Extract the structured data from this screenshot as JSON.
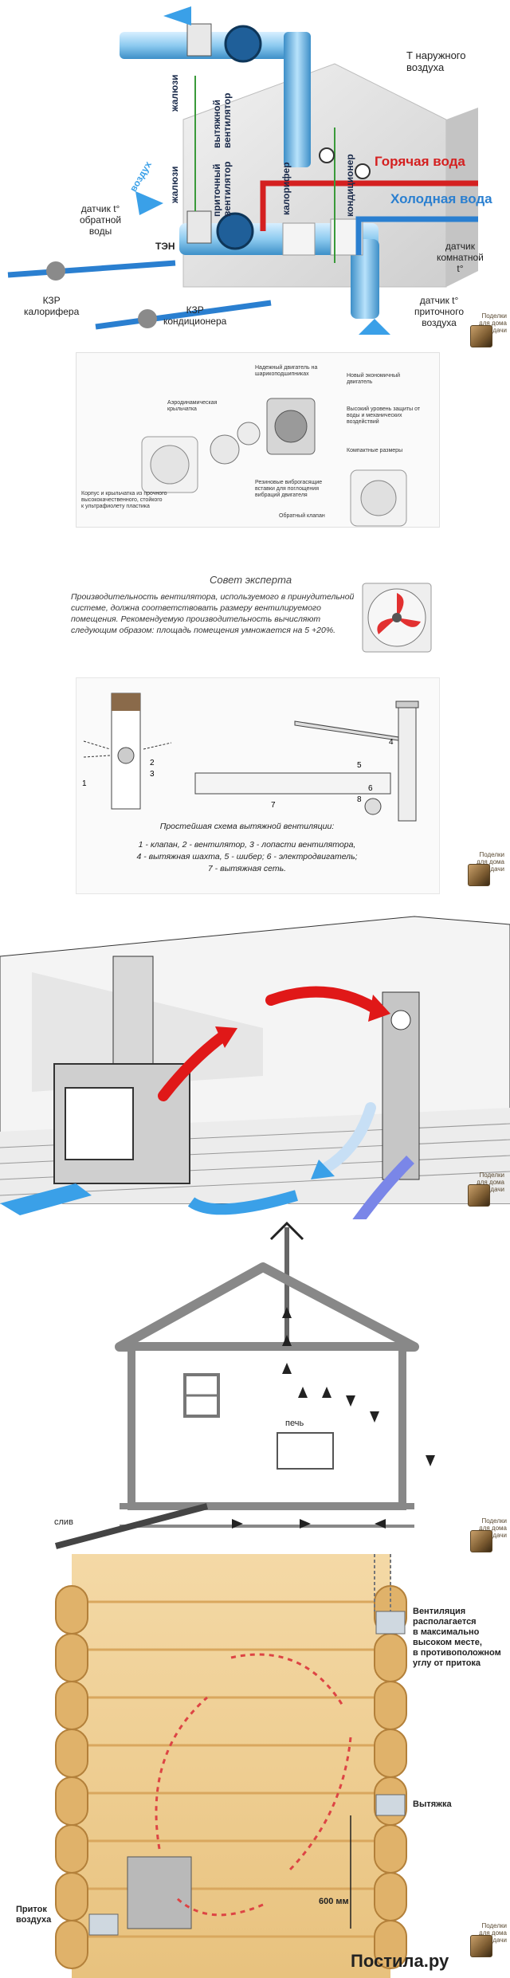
{
  "panel1": {
    "hot_water": "Горячая вода",
    "cold_water": "Холодная вода",
    "outside_temp_l1": "Т наружного",
    "outside_temp_l2": "воздуха",
    "ret_l1": "датчик t°",
    "ret_l2": "обратной",
    "ret_l3": "воды",
    "ten": "ТЭН",
    "kzr_l1": "КЗР",
    "kzr_l2": "калорифера",
    "kzr2_l1": "КЗР",
    "kzr2_l2": "кондиционера",
    "room_l1": "датчик",
    "room_l2": "комнатной",
    "room_l3": "t°",
    "supply_l1": "датчик t°",
    "supply_l2": "приточного",
    "supply_l3": "воздуха",
    "v_jalousie_top": "жалюзи",
    "v_exhaust_fan_l1": "вытяжной",
    "v_exhaust_fan_l2": "вентилятор",
    "v_supply_fan_l1": "приточный",
    "v_supply_fan_l2": "вентилятор",
    "v_jalousie_bottom": "жалюзи",
    "v_heater": "калорифер",
    "v_conditioner": "кондиционер",
    "v_air": "воздух"
  },
  "panel2": {
    "motor_l1": "Надежный двигатель на",
    "motor_l2": "шарикоподшипниках",
    "eco_l1": "Новый экономичный",
    "eco_l2": "двигатель",
    "aero_l1": "Аэродинамическая",
    "aero_l2": "крыльчатка",
    "protect_l1": "Высокий уровень защиты от",
    "protect_l2": "воды и механических",
    "protect_l3": "воздействий",
    "compact": "Компактные размеры",
    "body_l1": "Корпус и крыльчатка из прочного",
    "body_l2": "высококачественного, стойкого",
    "body_l3": "к ультрафиолету пластика",
    "rubber_l1": "Резиновые виброгасящие",
    "rubber_l2": "вставки для поглощения",
    "rubber_l3": "вибраций двигателя",
    "valve": "Обратный клапан",
    "advice_title": "Совет эксперта",
    "advice_l1": "Производительность вентилятора, используемого в принудительной",
    "advice_l2": "системе, должна соответствовать размеру вентилируемого",
    "advice_l3": "помещения. Рекомендуемую производительность вычисляют",
    "advice_l4": "следующим образом: площадь помещения умножается на 5 +20%."
  },
  "panel3": {
    "n1": "1",
    "n2": "2",
    "n3": "3",
    "n4": "4",
    "n5": "5",
    "n6": "6",
    "n7": "7",
    "n8": "8",
    "caption_title": "Простейшая схема вытяжной вентиляции:",
    "caption_l1": "1 - клапан, 2 - вентилятор, 3 - лопасти вентилятора,",
    "caption_l2": "4 - вытяжная шахта, 5 - шибер; 6 - электродвигатель;",
    "caption_l3": "7 - вытяжная сеть."
  },
  "panel5": {
    "stove": "печь",
    "drain": "слив"
  },
  "panel6": {
    "vent_l1": "Вентиляция",
    "vent_l2": "располагается",
    "vent_l3": "в максимально",
    "vent_l4": "высоком месте,",
    "vent_l5": "в противоположном",
    "vent_l6": "углу от притока",
    "exhaust": "Вытяжка",
    "dist": "600 мм",
    "inflow_l1": "Приток",
    "inflow_l2": "воздуха"
  },
  "watermark": {
    "l1": "Поделки",
    "l2": "для дома",
    "l3": "и дачи"
  },
  "footer": {
    "site": "Постила.ру"
  },
  "colors": {
    "hot": "#d42020",
    "cold": "#2a7fd0",
    "duct": "#8ecbf0",
    "arrow_red": "#e01818",
    "arrow_blue": "#3aa0e8"
  }
}
